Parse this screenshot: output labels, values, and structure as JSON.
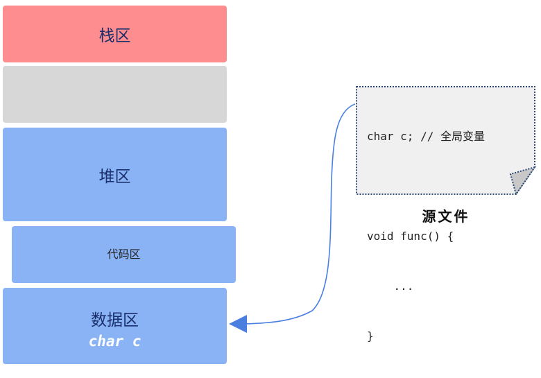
{
  "memory_segments": {
    "stack": {
      "label": "栈区"
    },
    "gap": {
      "label": ""
    },
    "heap": {
      "label": "堆区"
    },
    "code": {
      "label": "代码区"
    },
    "data": {
      "label": "数据区",
      "sublabel": "char c"
    }
  },
  "source_file": {
    "caption": "源文件",
    "lines": [
      "char c; // 全局变量",
      "",
      "void func() {",
      "    ...",
      "}"
    ]
  },
  "colors": {
    "stack": "#fe8d8f",
    "gap": "#d7d7d7",
    "segment": "#8ab3f5",
    "arrow": "#4a7fe0",
    "note_bg": "#f0f0f0",
    "note_border": "#2d4a74"
  }
}
